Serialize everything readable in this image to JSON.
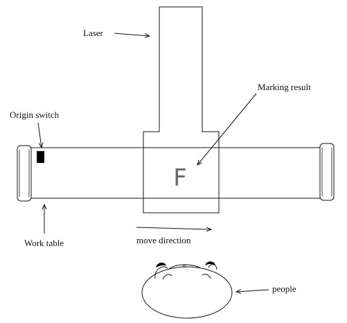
{
  "labels": {
    "laser": "Laser",
    "marking_result": "Marking result",
    "origin_switch": "Origin switch",
    "work_table": "Work table",
    "move_direction": "move direction",
    "people": "people"
  },
  "marking_text": "F",
  "colors": {
    "line": "#111111",
    "background": "#ffffff",
    "marking": "#6a6a6a",
    "switch": "#000000"
  }
}
